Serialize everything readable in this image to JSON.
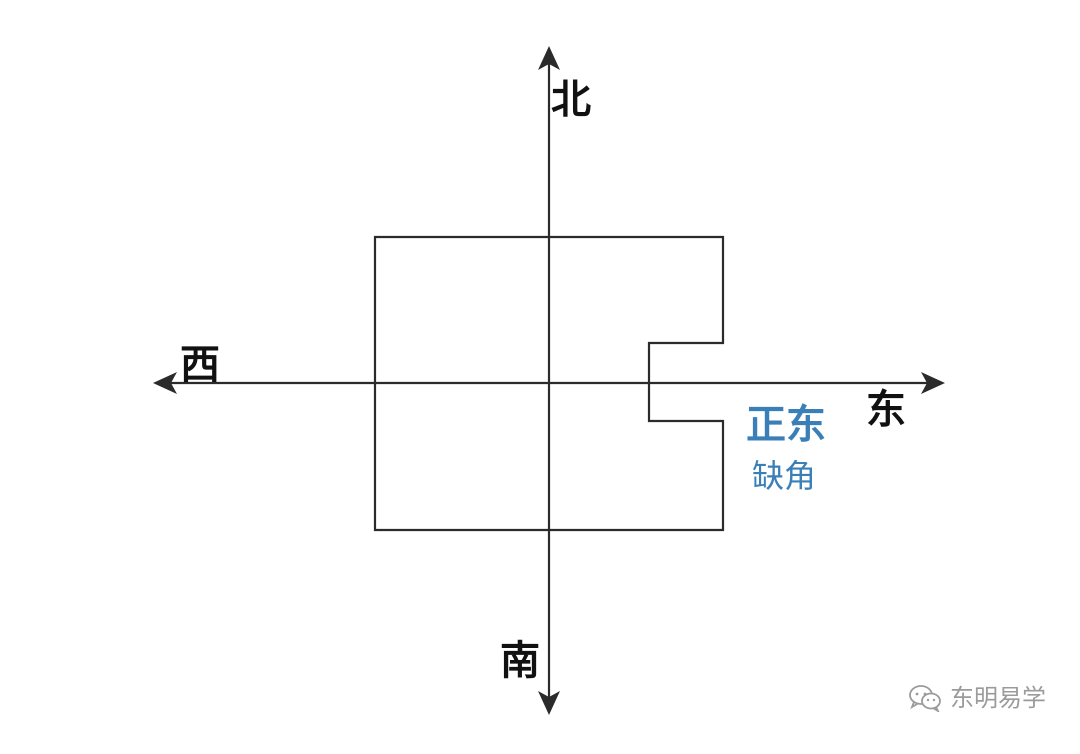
{
  "directions": {
    "north": "北",
    "south": "南",
    "west": "西",
    "east": "东"
  },
  "annotation": {
    "title": "正东",
    "subtitle": "缺角",
    "color": "#3b7fb8"
  },
  "watermark": {
    "text": "东明易学",
    "icon": "wechat-icon"
  },
  "colors": {
    "stroke": "#2b2b2b",
    "text": "#111111",
    "background": "#ffffff"
  }
}
